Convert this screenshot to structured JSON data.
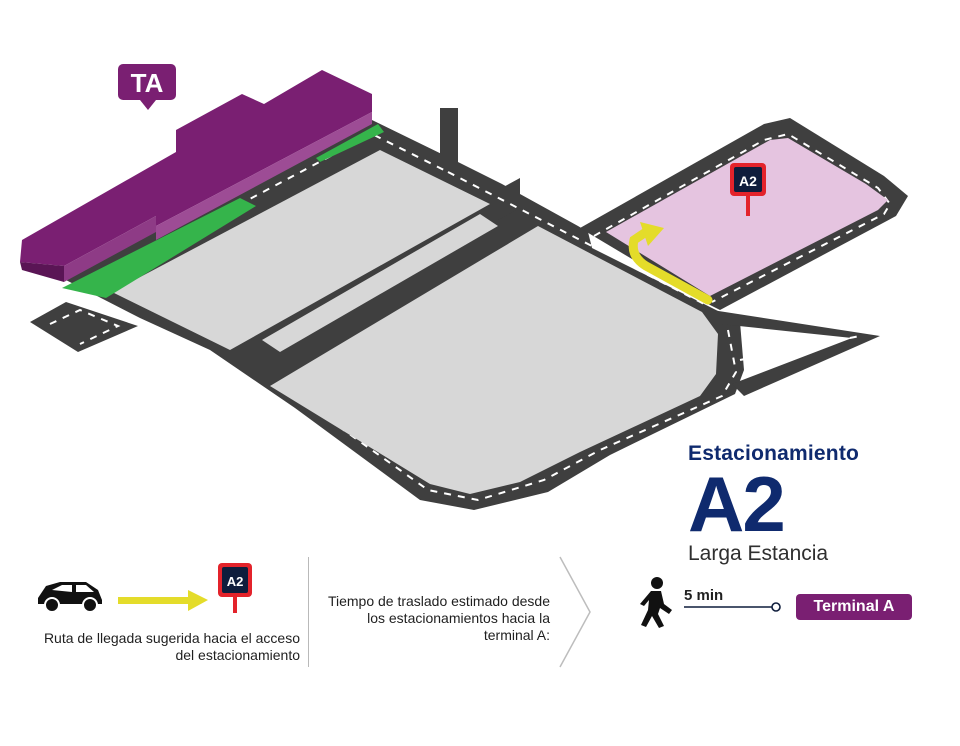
{
  "map": {
    "terminal_tag": "TA",
    "parking_sign": "A2"
  },
  "title": {
    "heading": "Estacionamiento",
    "code": "A2",
    "subtitle": "Larga Estancia"
  },
  "legend": {
    "route_sign": "A2",
    "route_description": "Ruta de llegada sugerida hacia el acceso del estacionamiento",
    "transfer_description": "Tiempo de traslado estimado desde los estacionamientos hacia la terminal A:",
    "walk_time": "5 min",
    "destination": "Terminal A"
  },
  "colors": {
    "road": "#3f3f3f",
    "lot": "#d7d7d7",
    "parking_a2": "#e5c4e0",
    "terminal": "#7a1f72",
    "green": "#35b44b",
    "route_arrow": "#e4dc2a",
    "sign_red": "#e3232b",
    "sign_navy": "#0f1d3c",
    "title_blue": "#0f2a6e"
  }
}
